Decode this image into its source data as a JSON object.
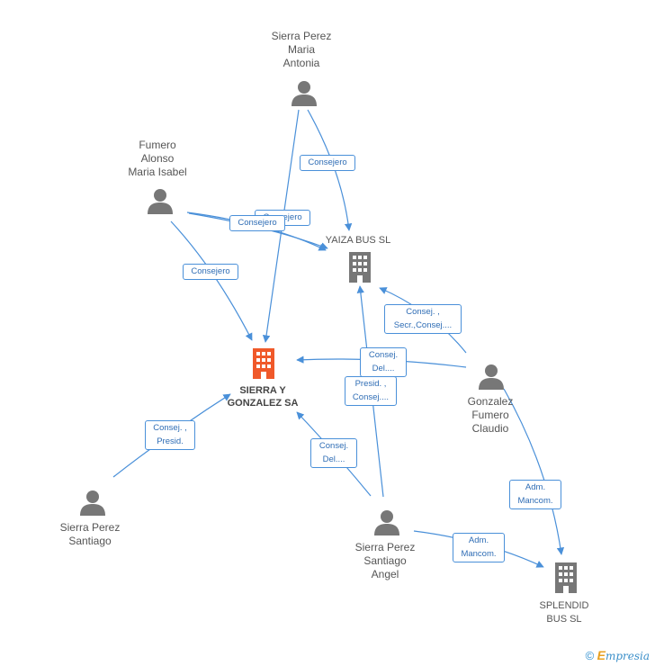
{
  "nodes": {
    "sierra_perez_maria_antonia": {
      "label": "Sierra Perez\nMaria\nAntonia",
      "type": "person"
    },
    "fumero_alonso": {
      "label": "Fumero\nAlonso\nMaria Isabel",
      "type": "person"
    },
    "yaiza_bus": {
      "label": "YAIZA BUS SL",
      "type": "company"
    },
    "sierra_y_gonzalez": {
      "label": "SIERRA Y\nGONZALEZ SA",
      "type": "company-main"
    },
    "gonzalez_fumero": {
      "label": "Gonzalez\nFumero\nClaudio",
      "type": "person"
    },
    "sierra_perez_santiago": {
      "label": "Sierra Perez\nSantiago",
      "type": "person"
    },
    "sierra_perez_santiago_angel": {
      "label": "Sierra Perez\nSantiago\nAngel",
      "type": "person"
    },
    "splendid_bus": {
      "label": "SPLENDID\nBUS SL",
      "type": "company"
    }
  },
  "edges": [
    {
      "label": "Consejero"
    },
    {
      "label": "Consejero"
    },
    {
      "label": "Consejero"
    },
    {
      "label": "Consejero"
    },
    {
      "label": "Consej. ,\nSecr.,Consej...."
    },
    {
      "label": "Consej.\nDel...."
    },
    {
      "label": "Presid. ,\nConsej...."
    },
    {
      "label": "Consej. ,\nPresid."
    },
    {
      "label": "Consej.\nDel...."
    },
    {
      "label": "Adm.\nMancom."
    },
    {
      "label": "Adm.\nMancom."
    }
  ],
  "colors": {
    "edge": "#4a90d9",
    "person_icon": "#777777",
    "company_icon": "#777777",
    "main_company_icon": "#f0592a"
  },
  "footer": {
    "copyright": "©",
    "brand_initial": "E",
    "brand_rest": "mpresia"
  }
}
